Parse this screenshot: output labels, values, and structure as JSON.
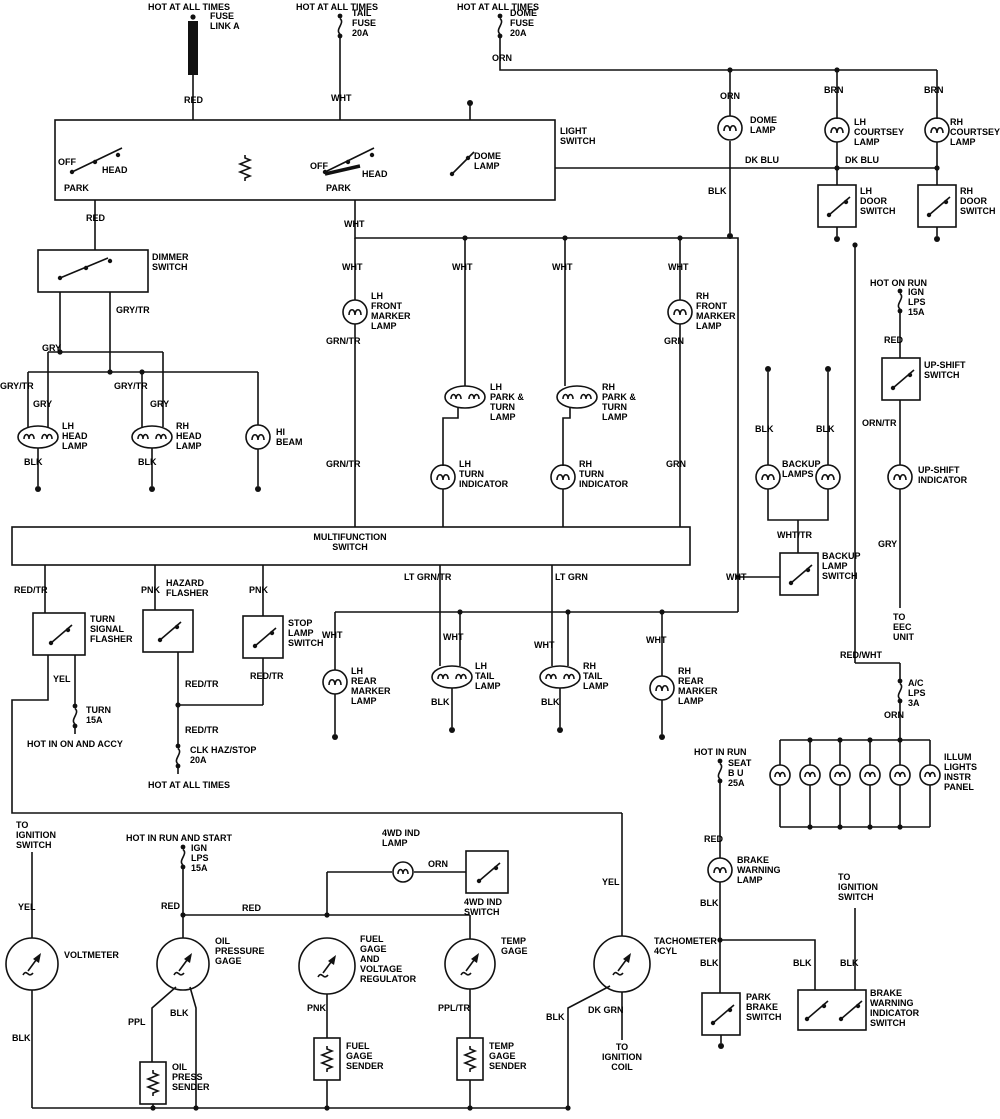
{
  "wire": {
    "red": "RED",
    "wht": "WHT",
    "orn": "ORN",
    "brn": "BRN",
    "blk": "BLK",
    "dk_blu": "DK BLU",
    "gry": "GRY",
    "gry_tr": "GRY/TR",
    "grn_tr": "GRN/TR",
    "grn": "GRN",
    "red_tr": "RED/TR",
    "pnk": "PNK",
    "lt_grn_tr": "LT GRN/TR",
    "lt_grn": "LT GRN",
    "wht_tr": "WHT/TR",
    "yel": "YEL",
    "red_wht": "RED/WHT",
    "orn_tr": "ORN/TR",
    "ppl": "PPL",
    "ppl_tr": "PPL/TR",
    "dk_grn": "DK GRN"
  },
  "power": {
    "hot_all_times": "HOT AT ALL TIMES",
    "hot_on_run": "HOT ON RUN",
    "hot_in_run": "HOT IN RUN",
    "hot_in_on_accy": "HOT IN ON AND ACCY",
    "hot_in_run_start": "HOT IN RUN AND START"
  },
  "fuses": {
    "fuse_link_a": "FUSE\nLINK A",
    "tail": "TAIL\nFUSE\n20A",
    "dome": "DOME\nFUSE\n20A",
    "turn": "TURN\n15A",
    "clk": "CLK HAZ/STOP\n20A",
    "ign_lps": "IGN\nLPS\n15A",
    "ac_lps": "A/C\nLPS\n3A",
    "seat": "SEAT\nB U\n25A"
  },
  "components": {
    "light_switch": "LIGHT\nSWITCH",
    "off": "OFF",
    "head": "HEAD",
    "park": "PARK",
    "dome_lamp": "DOME\nLAMP",
    "lh_courtsey": "LH\nCOURTSEY\nLAMP",
    "rh_courtsey": "RH\nCOURTSEY\nLAMP",
    "lh_door": "LH\nDOOR\nSWITCH",
    "rh_door": "RH\nDOOR\nSWITCH",
    "dimmer": "DIMMER\nSWITCH",
    "lh_front_marker": "LH\nFRONT\nMARKER\nLAMP",
    "rh_front_marker": "RH\nFRONT\nMARKER\nLAMP",
    "lh_park_turn": "LH\nPARK &\nTURN\nLAMP",
    "rh_park_turn": "RH\nPARK &\nTURN\nLAMP",
    "lh_turn_ind": "LH\nTURN\nINDICATOR",
    "rh_turn_ind": "RH\nTURN\nINDICATOR",
    "lh_head": "LH\nHEAD\nLAMP",
    "rh_head": "RH\nHEAD\nLAMP",
    "hi_beam": "HI\nBEAM",
    "multifunction": "MULTIFUNCTION\nSWITCH",
    "turn_flasher": "TURN\nSIGNAL\nFLASHER",
    "hazard_flasher": "HAZARD\nFLASHER",
    "stop_lamp": "STOP\nLAMP\nSWITCH",
    "lh_rear_marker": "LH\nREAR\nMARKER\nLAMP",
    "lh_tail": "LH\nTAIL\nLAMP",
    "rh_tail": "RH\nTAIL\nLAMP",
    "rh_rear_marker": "RH\nREAR\nMARKER\nLAMP",
    "backup_lamps": "BACKUP\nLAMPS",
    "backup_switch": "BACKUP\nLAMP\nSWITCH",
    "upshift_switch": "UP-SHIFT\nSWITCH",
    "upshift_ind": "UP-SHIFT\nINDICATOR",
    "to_eec": "TO\nEEC\nUNIT",
    "illum": "ILLUM\nLIGHTS\nINSTR\nPANEL",
    "brake_warn_lamp": "BRAKE\nWARNING\nLAMP",
    "park_brake": "PARK\nBRAKE\nSWITCH",
    "to_ign_switch": "TO\nIGNITION\nSWITCH",
    "brake_warn_ind": "BRAKE\nWARNING\nINDICATOR\nSWITCH",
    "voltmeter": "VOLTMETER",
    "oil_gage": "OIL\nPRESSURE\nGAGE",
    "oil_sender": "OIL\nPRESS\nSENDER",
    "fwd_lamp": "4WD IND\nLAMP",
    "fwd_switch": "4WD IND\nSWITCH",
    "fuel_gage": "FUEL\nGAGE\nAND\nVOLTAGE\nREGULATOR",
    "fuel_sender": "FUEL\nGAGE\nSENDER",
    "temp_gage": "TEMP\nGAGE",
    "temp_sender": "TEMP\nGAGE\nSENDER",
    "tach": "TACHOMETER\n4CYL",
    "to_ign_coil": "TO\nIGNITION\nCOIL"
  }
}
